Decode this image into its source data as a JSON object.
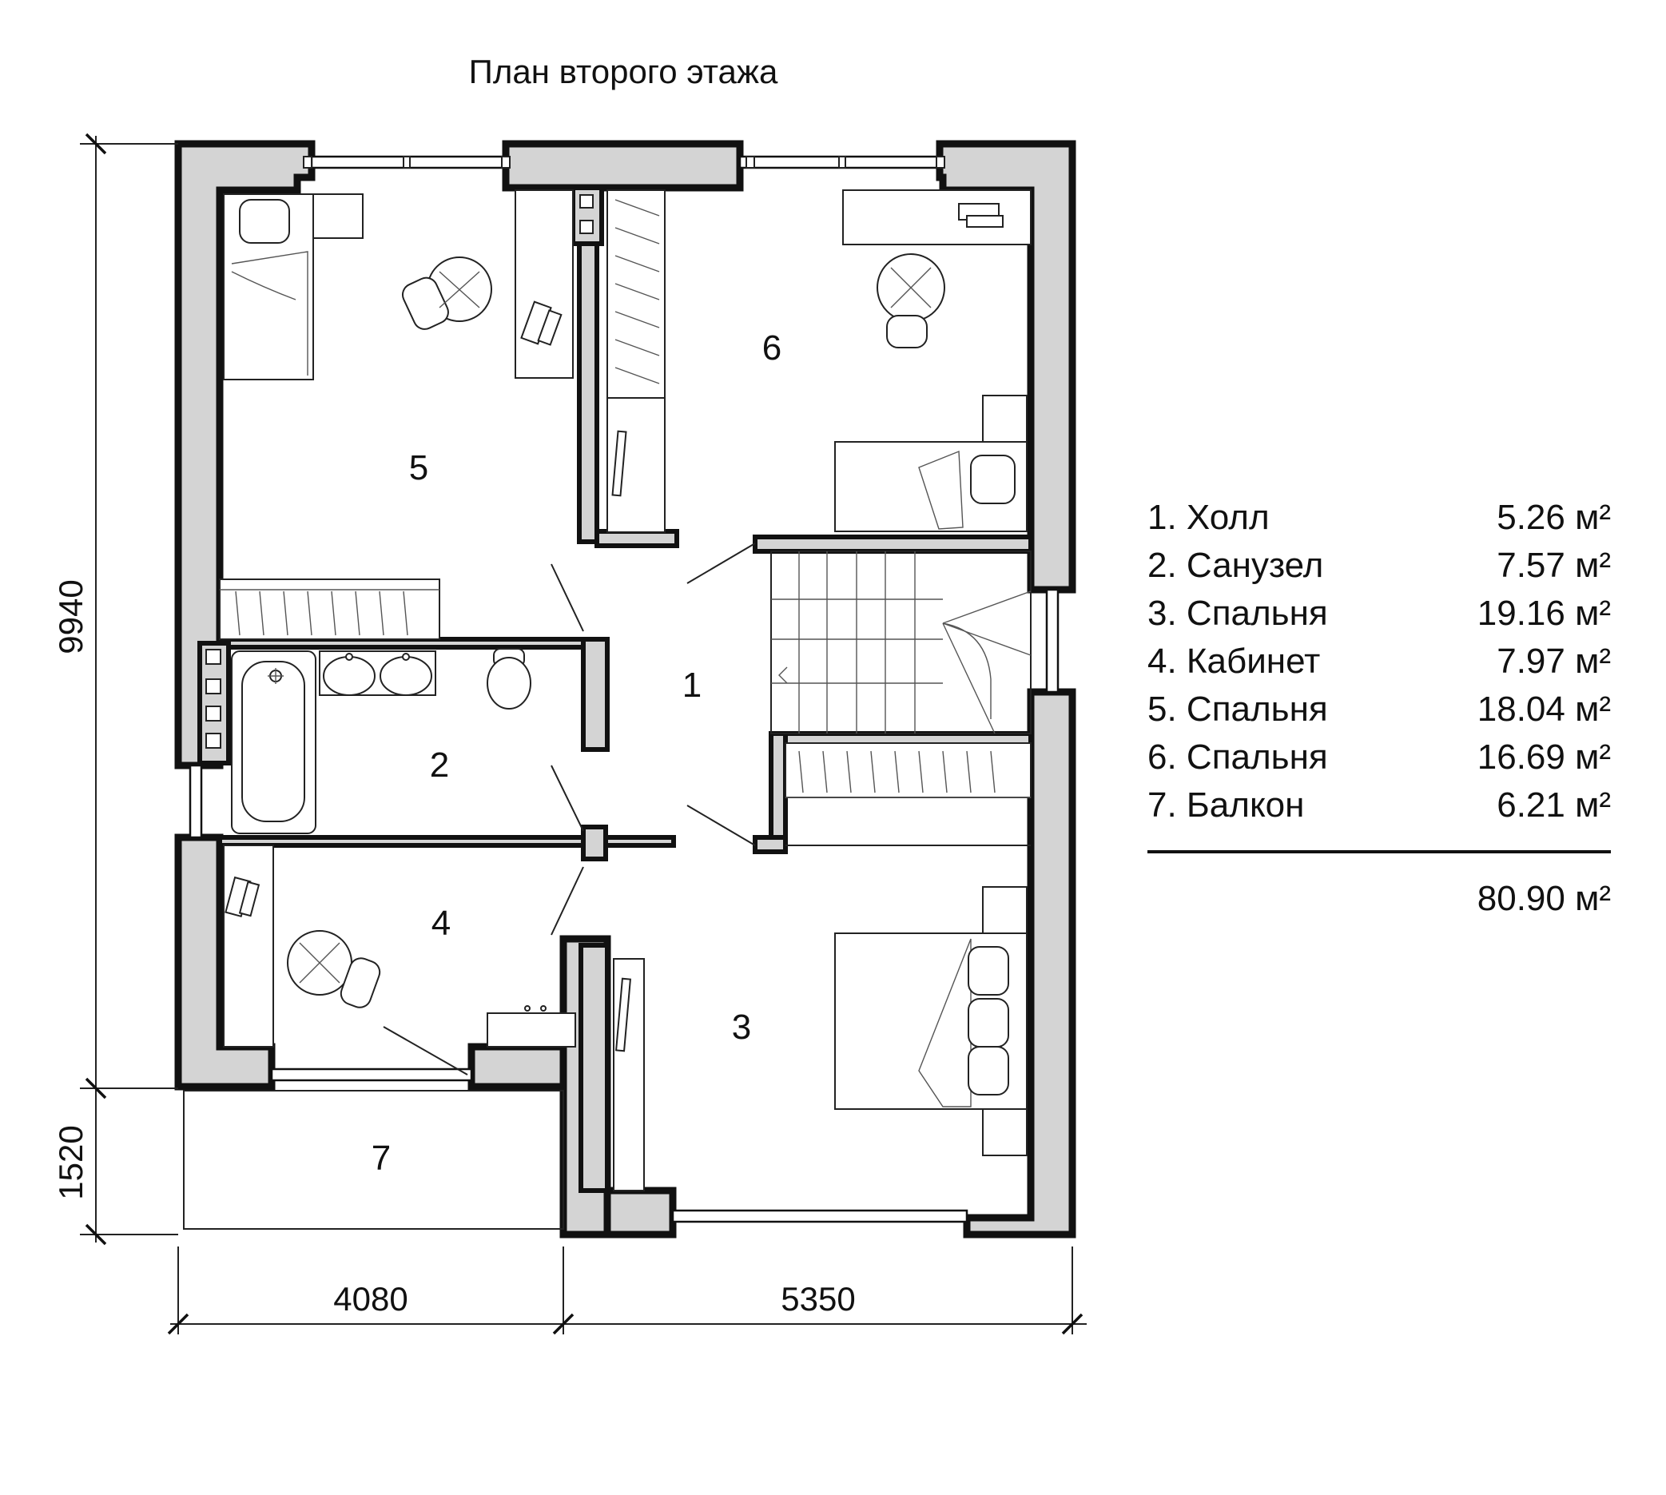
{
  "plan_title": "План второго этажа",
  "rooms": [
    {
      "num": "1",
      "name": "Холл",
      "area": "5.26 м²"
    },
    {
      "num": "2",
      "name": "Санузел",
      "area": "7.57 м²"
    },
    {
      "num": "3",
      "name": "Спальня",
      "area": "19.16 м²"
    },
    {
      "num": "4",
      "name": "Кабинет",
      "area": "7.97 м²"
    },
    {
      "num": "5",
      "name": "Спальня",
      "area": "18.04 м²"
    },
    {
      "num": "6",
      "name": "Спальня",
      "area": "16.69 м²"
    },
    {
      "num": "7",
      "name": "Балкон",
      "area": "6.21 м²"
    }
  ],
  "legend": {
    "rows": [
      {
        "label": "1. Холл",
        "area": "5.26 м²"
      },
      {
        "label": "2. Санузел",
        "area": "7.57 м²"
      },
      {
        "label": "3. Спальня",
        "area": "19.16 м²"
      },
      {
        "label": "4. Кабинет",
        "area": "7.97 м²"
      },
      {
        "label": "5. Спальня",
        "area": "18.04 м²"
      },
      {
        "label": "6. Спальня",
        "area": "16.69 м²"
      },
      {
        "label": "7. Балкон",
        "area": "6.21 м²"
      }
    ],
    "total": "80.90 м²"
  },
  "dimensions": {
    "height_main": "9940",
    "height_balcony": "1520",
    "width_left": "4080",
    "width_right": "5350"
  }
}
